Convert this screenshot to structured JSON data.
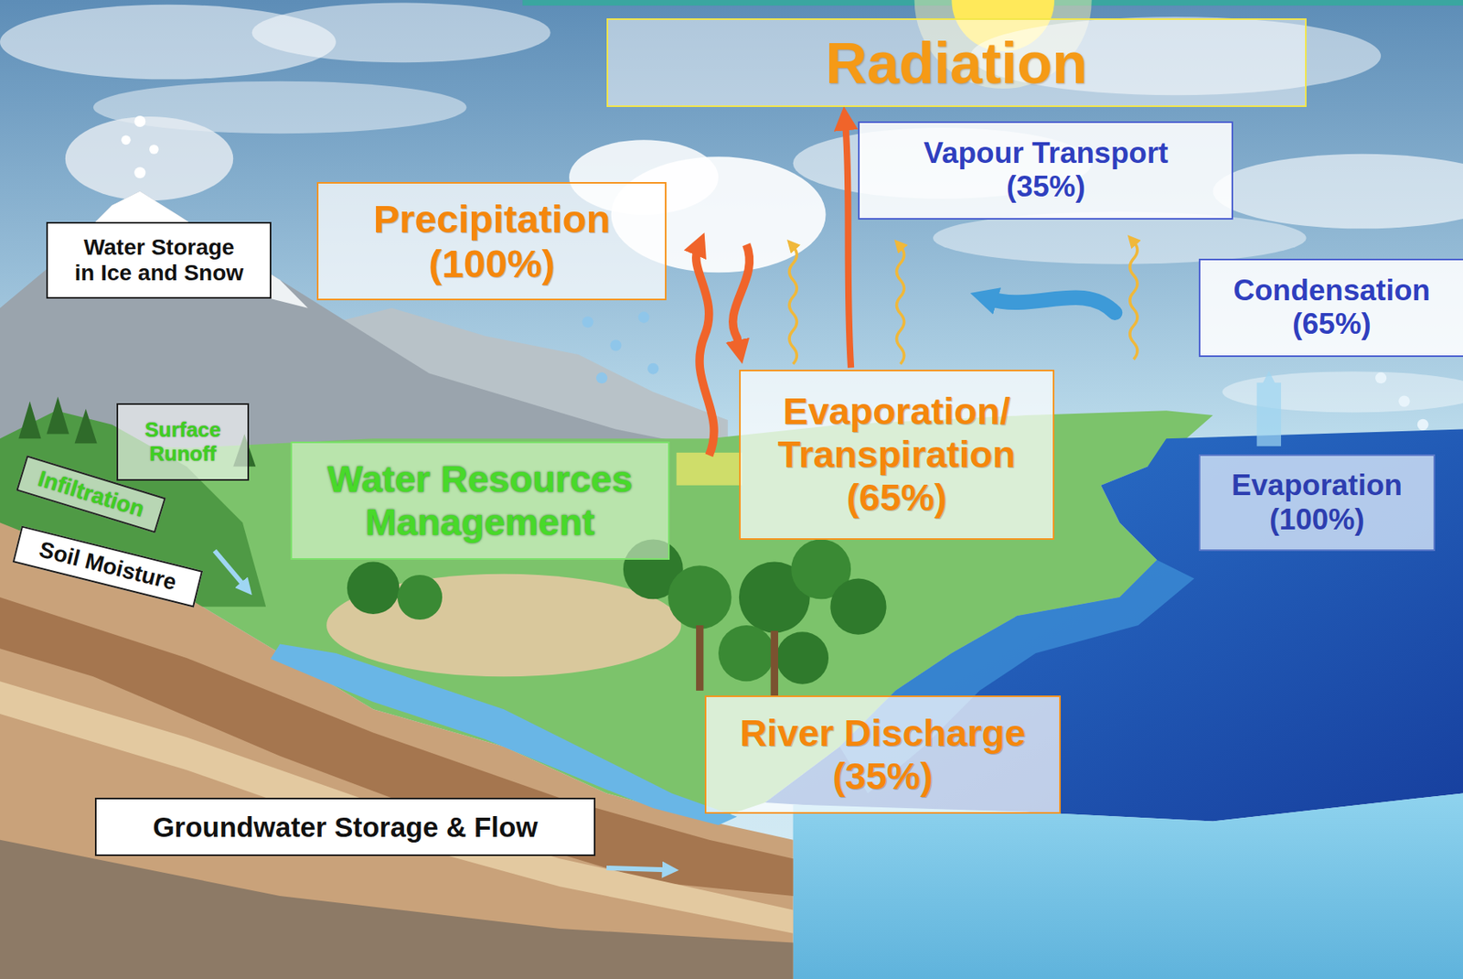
{
  "diagram": {
    "nodes": [
      {
        "text": [
          "Radiation"
        ]
      },
      {
        "text": [
          "Vapour Transport",
          "(35%)"
        ]
      },
      {
        "text": [
          "Precipitation",
          "(100%)"
        ]
      },
      {
        "text": [
          "Water Storage in Ice and Snow"
        ]
      },
      {
        "text": [
          "Condensation",
          "(65%)"
        ]
      },
      {
        "text": [
          "Evaporation/ Transpiration",
          "(65%)"
        ]
      },
      {
        "text": [
          "Surface Runoff"
        ]
      },
      {
        "text": [
          "Water Resources Management"
        ]
      },
      {
        "text": [
          "Infiltration"
        ]
      },
      {
        "text": [
          "Evaporation",
          "(100%)"
        ]
      },
      {
        "text": [
          "Soil Moisture"
        ]
      },
      {
        "text": [
          "River Discharge",
          "(35%)"
        ]
      },
      {
        "text": [
          "Groundwater Storage & Flow"
        ]
      }
    ]
  }
}
